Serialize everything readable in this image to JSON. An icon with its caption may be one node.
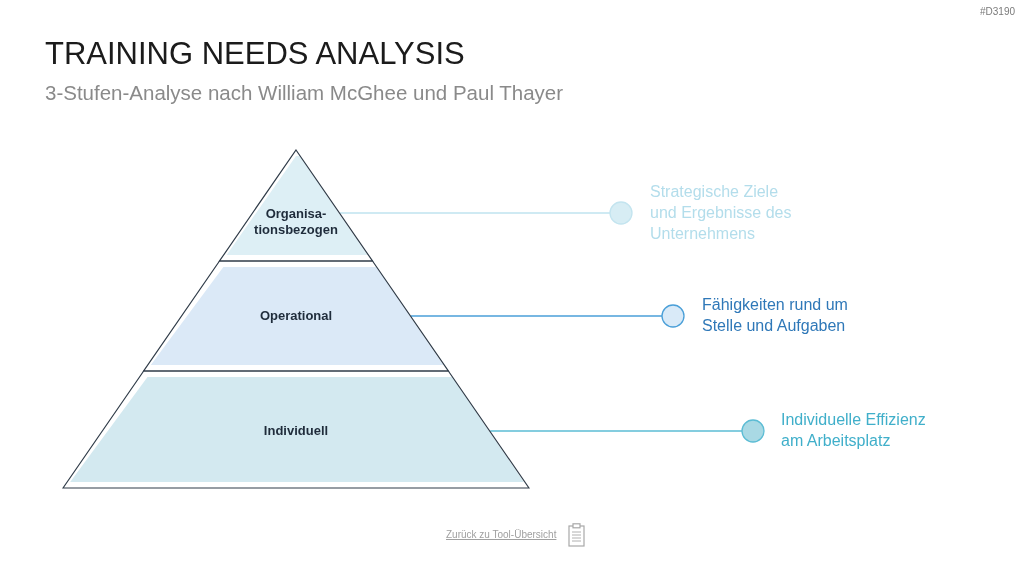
{
  "diagram": {
    "title": "TRAINING NEEDS ANALYSIS",
    "nodes": [
      {
        "text": [
          "Organisa- tionsbezogen"
        ]
      },
      {
        "text": [
          "Operational"
        ]
      },
      {
        "text": [
          "Individuell"
        ]
      },
      {
        "text": [],
        "shape": "circle",
        "beside": [
          "Strategische Ziele und Ergebnisse des Unternehmens"
        ]
      },
      {
        "text": [],
        "shape": "circle",
        "beside": [
          "Fähigkeiten rund um Stelle und Aufgaben"
        ]
      },
      {
        "text": [],
        "shape": "circle",
        "beside": [
          "Individuelle Effizienz am Arbeitsplatz"
        ]
      }
    ],
    "edges": [
      {
        "from": 0,
        "to": 3,
        "arrow": "none",
        "color": "#bfe3ef"
      },
      {
        "from": 1,
        "to": 4,
        "arrow": "none",
        "color": "#4a9fd8"
      },
      {
        "from": 2,
        "to": 5,
        "arrow": "none",
        "color": "#5bbcd4"
      }
    ],
    "labels": [
      "#D3190",
      "3-Stufen-Analyse nach William McGhee und Paul Thayer",
      "Zurück zu Tool-Übersicht"
    ]
  }
}
